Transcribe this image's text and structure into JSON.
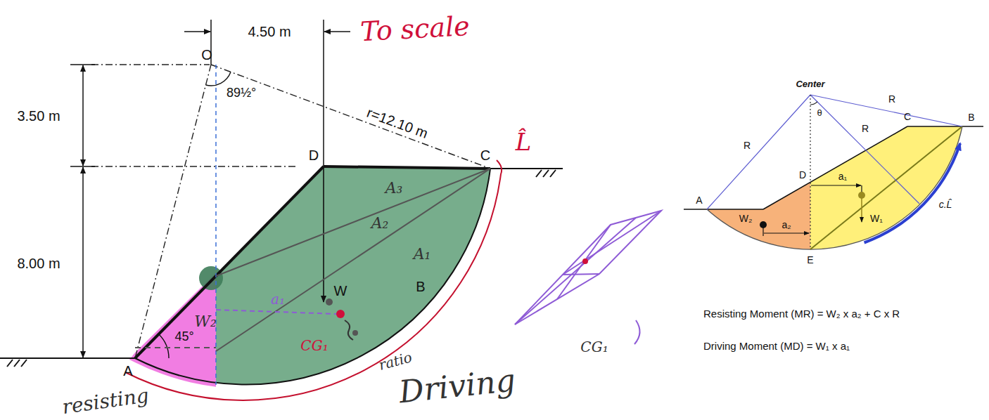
{
  "diagram": {
    "labels": [
      "To scale",
      "4.50 m",
      "O",
      "3.50 m",
      "89½°",
      "r=12.10 m",
      "D",
      "C",
      "8.00 m",
      "A₃",
      "A₂",
      "A₁",
      "W",
      "B",
      "45°",
      "A",
      "W₂",
      "a₁",
      "CG₁",
      "ratio",
      "Driving",
      "resisting",
      "L̂",
      "CG₁",
      "Center",
      "θ",
      "R",
      "R",
      "R",
      "C",
      "B",
      "A",
      "D",
      "E",
      "a₁",
      "W₁",
      "W₂",
      "a₂",
      "c.L̂",
      "Resisting Moment (MR) = W₂ x a₂ + C x R",
      "Driving Moment (MD) = W₁ x a₁"
    ]
  }
}
